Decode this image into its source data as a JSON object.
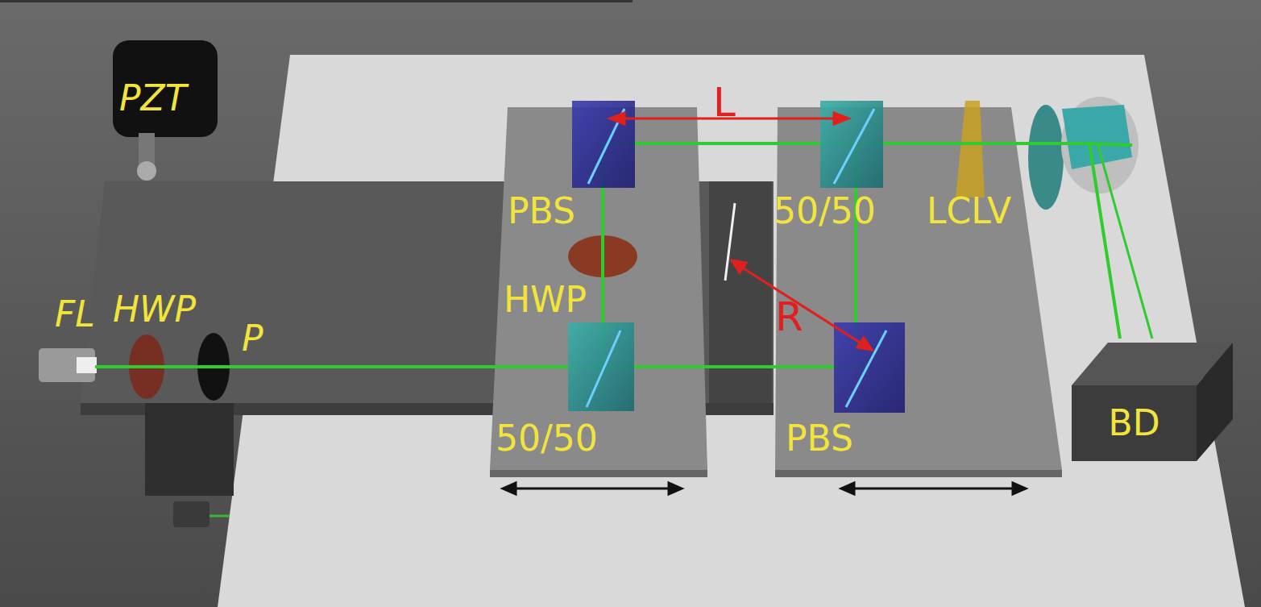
{
  "diagram": {
    "nodes": [
      {
        "text": [
          "BD"
        ]
      }
    ],
    "edges": [],
    "labels": [
      "PZT",
      "FL",
      "HWP",
      "P",
      "PBS",
      "L",
      "50/50",
      "LCLV",
      "HWP",
      "R",
      "50/50",
      "PBS"
    ]
  }
}
